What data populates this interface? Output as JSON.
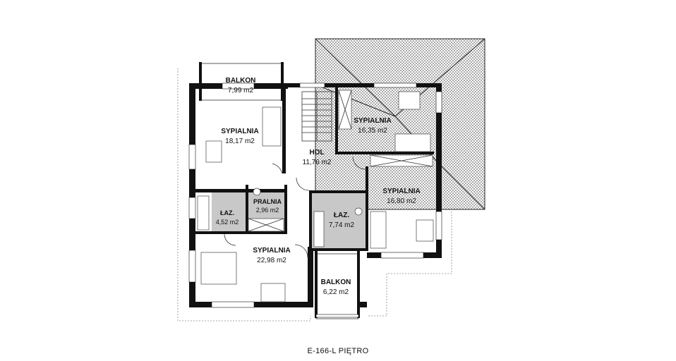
{
  "rooms": {
    "balkon_top": {
      "name": "BALKON",
      "area": "7,99 m2"
    },
    "sypialnia_1": {
      "name": "SYPIALNIA",
      "area": "18,17 m2"
    },
    "hol": {
      "name": "HOL",
      "area": "11,76 m2"
    },
    "sypialnia_2": {
      "name": "SYPIALNIA",
      "area": "16,35 m2"
    },
    "sypialnia_3": {
      "name": "SYPIALNIA",
      "area": "16,80 m2"
    },
    "pralnia": {
      "name": "PRALNIA",
      "area": "2,96 m2"
    },
    "laz_small": {
      "name": "ŁAZ.",
      "area": "4,52 m2"
    },
    "laz_big": {
      "name": "ŁAZ.",
      "area": "7,74 m2"
    },
    "sypialnia_4": {
      "name": "SYPIALNIA",
      "area": "22,98 m2"
    },
    "balkon_bottom": {
      "name": "BALKON",
      "area": "6,22 m2"
    }
  },
  "caption": "E-166-L PIĘTRO",
  "colors": {
    "wall": "#111111",
    "wet_room": "#c8c8c8",
    "roof_hatch": "#555555"
  }
}
